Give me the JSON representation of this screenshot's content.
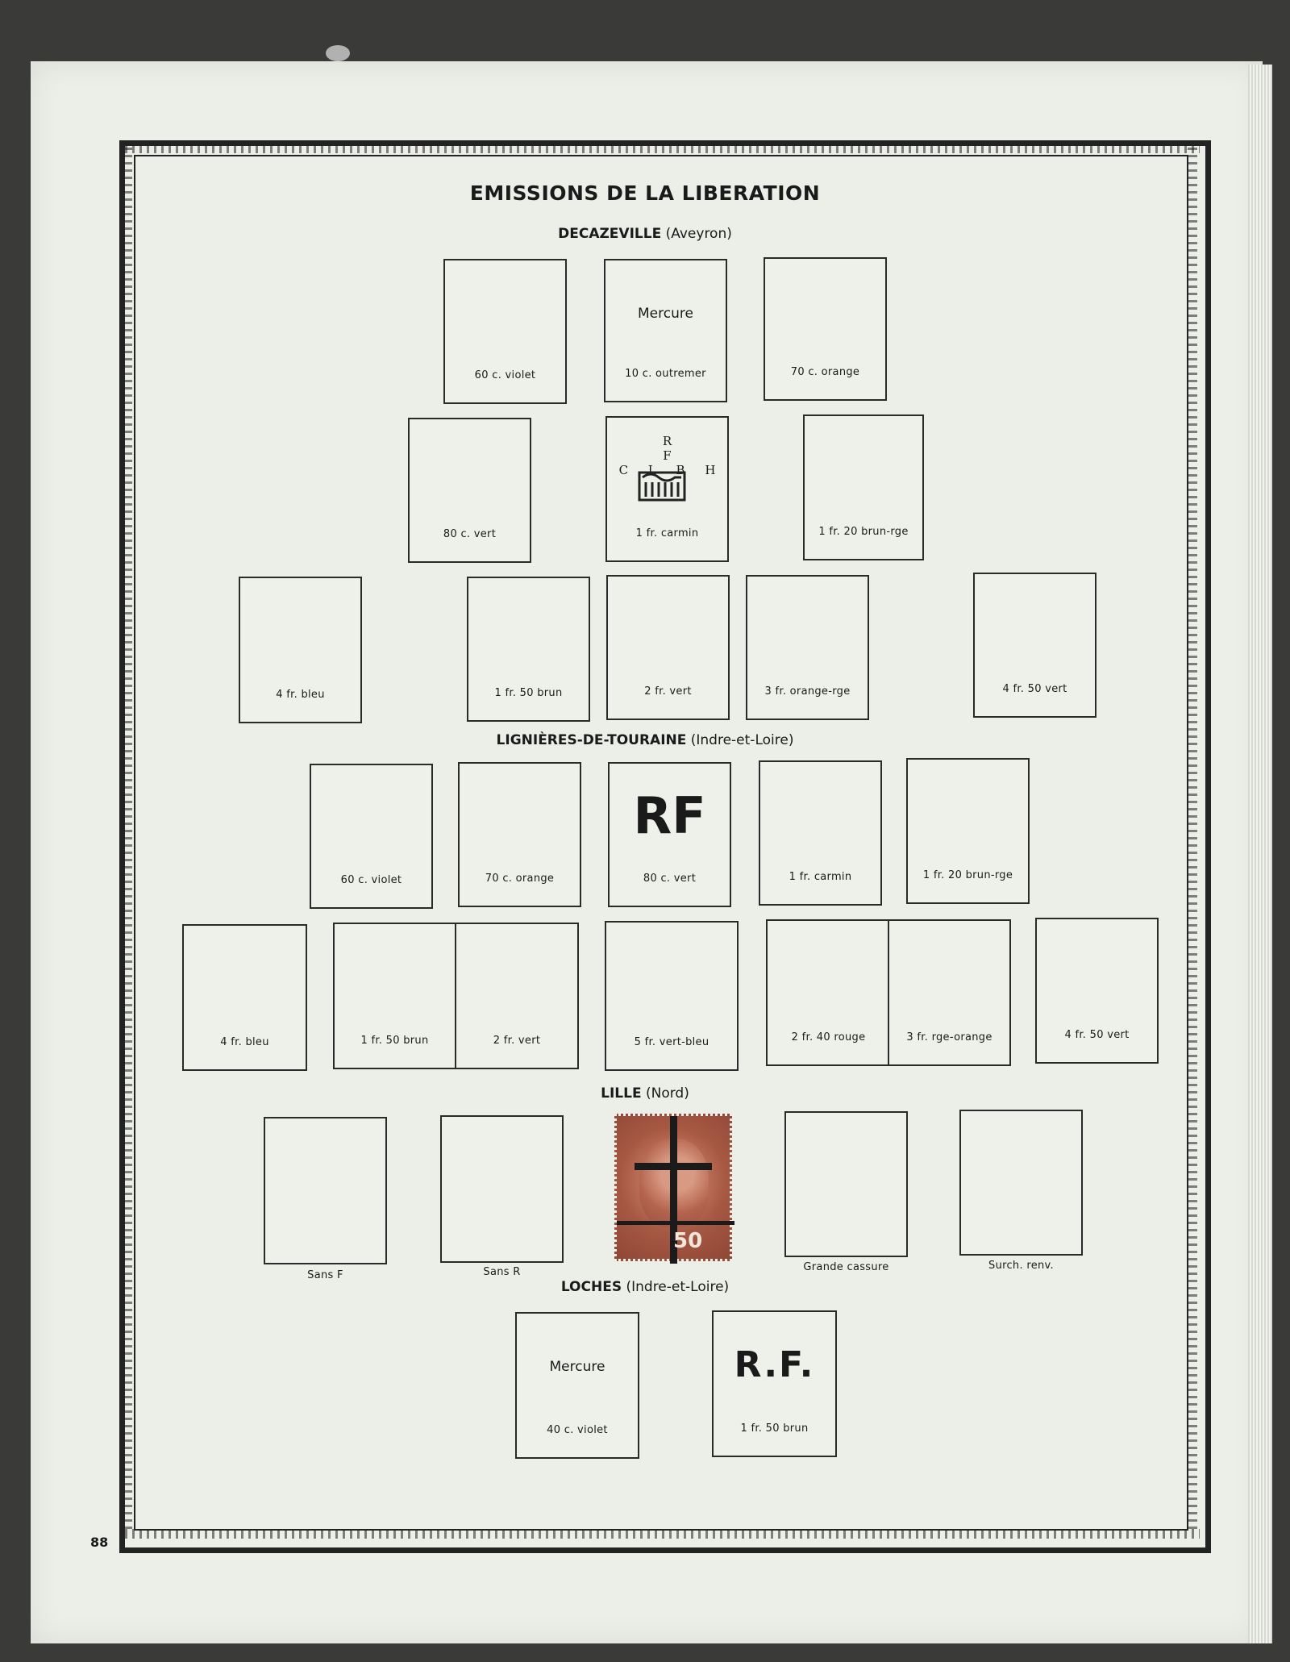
{
  "title": "EMISSIONS DE LA LIBERATION",
  "page_number": "88",
  "sections": {
    "decazeville": {
      "name": "DECAZEVILLE",
      "region": "(Aveyron)"
    },
    "lignieres": {
      "name": "LIGNIÈRES-DE-TOURAINE",
      "region": "(Indre-et-Loire)"
    },
    "lille": {
      "name": "LILLE",
      "region": "(Nord)"
    },
    "loches": {
      "name": "LOCHES",
      "region": "(Indre-et-Loire)"
    }
  },
  "decazeville": {
    "row1": [
      "60 c. violet",
      "10 c. outremer",
      "70 c. orange"
    ],
    "mercure": "Mercure",
    "row2": [
      "80 c. vert",
      "1 fr. carmin",
      "1 fr. 20 brun-rge"
    ],
    "overprint_rf": "R F",
    "overprint_clbh": "C L B H",
    "row3": [
      "4 fr. bleu",
      "1 fr. 50 brun",
      "2 fr. vert",
      "3 fr. orange-rge",
      "4 fr. 50 vert"
    ]
  },
  "lignieres": {
    "row1": [
      "60 c. violet",
      "70 c. orange",
      "80 c. vert",
      "1 fr. carmin",
      "1 fr. 20 brun-rge"
    ],
    "overprint": "RF",
    "row2": [
      "4 fr. bleu",
      "1 fr. 50 brun",
      "2 fr. vert",
      "5 fr. vert-bleu",
      "2 fr. 40 rouge",
      "3 fr. rge-orange",
      "4 fr. 50 vert"
    ]
  },
  "lille": {
    "captions": [
      "Sans F",
      "Sans R",
      "Grande cassure",
      "Surch. renv."
    ],
    "stamp_value": "50"
  },
  "loches": {
    "mercure": "Mercure",
    "labels": [
      "40 c. violet",
      "1 fr. 50 brun"
    ],
    "overprint": "R.F."
  }
}
